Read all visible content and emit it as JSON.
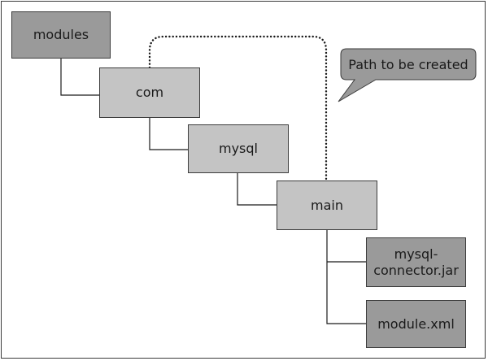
{
  "diagram": {
    "nodes": {
      "modules": "modules",
      "com": "com",
      "mysql": "mysql",
      "main": "main",
      "jar_line1": "mysql-",
      "jar_line2": "connector.jar",
      "module_xml": "module.xml"
    },
    "callout": "Path to be created"
  },
  "colors": {
    "dark_box": "#9a9a9a",
    "light_box": "#c4c4c4",
    "line": "#1a1a1a",
    "border": "#3a3a3a"
  }
}
